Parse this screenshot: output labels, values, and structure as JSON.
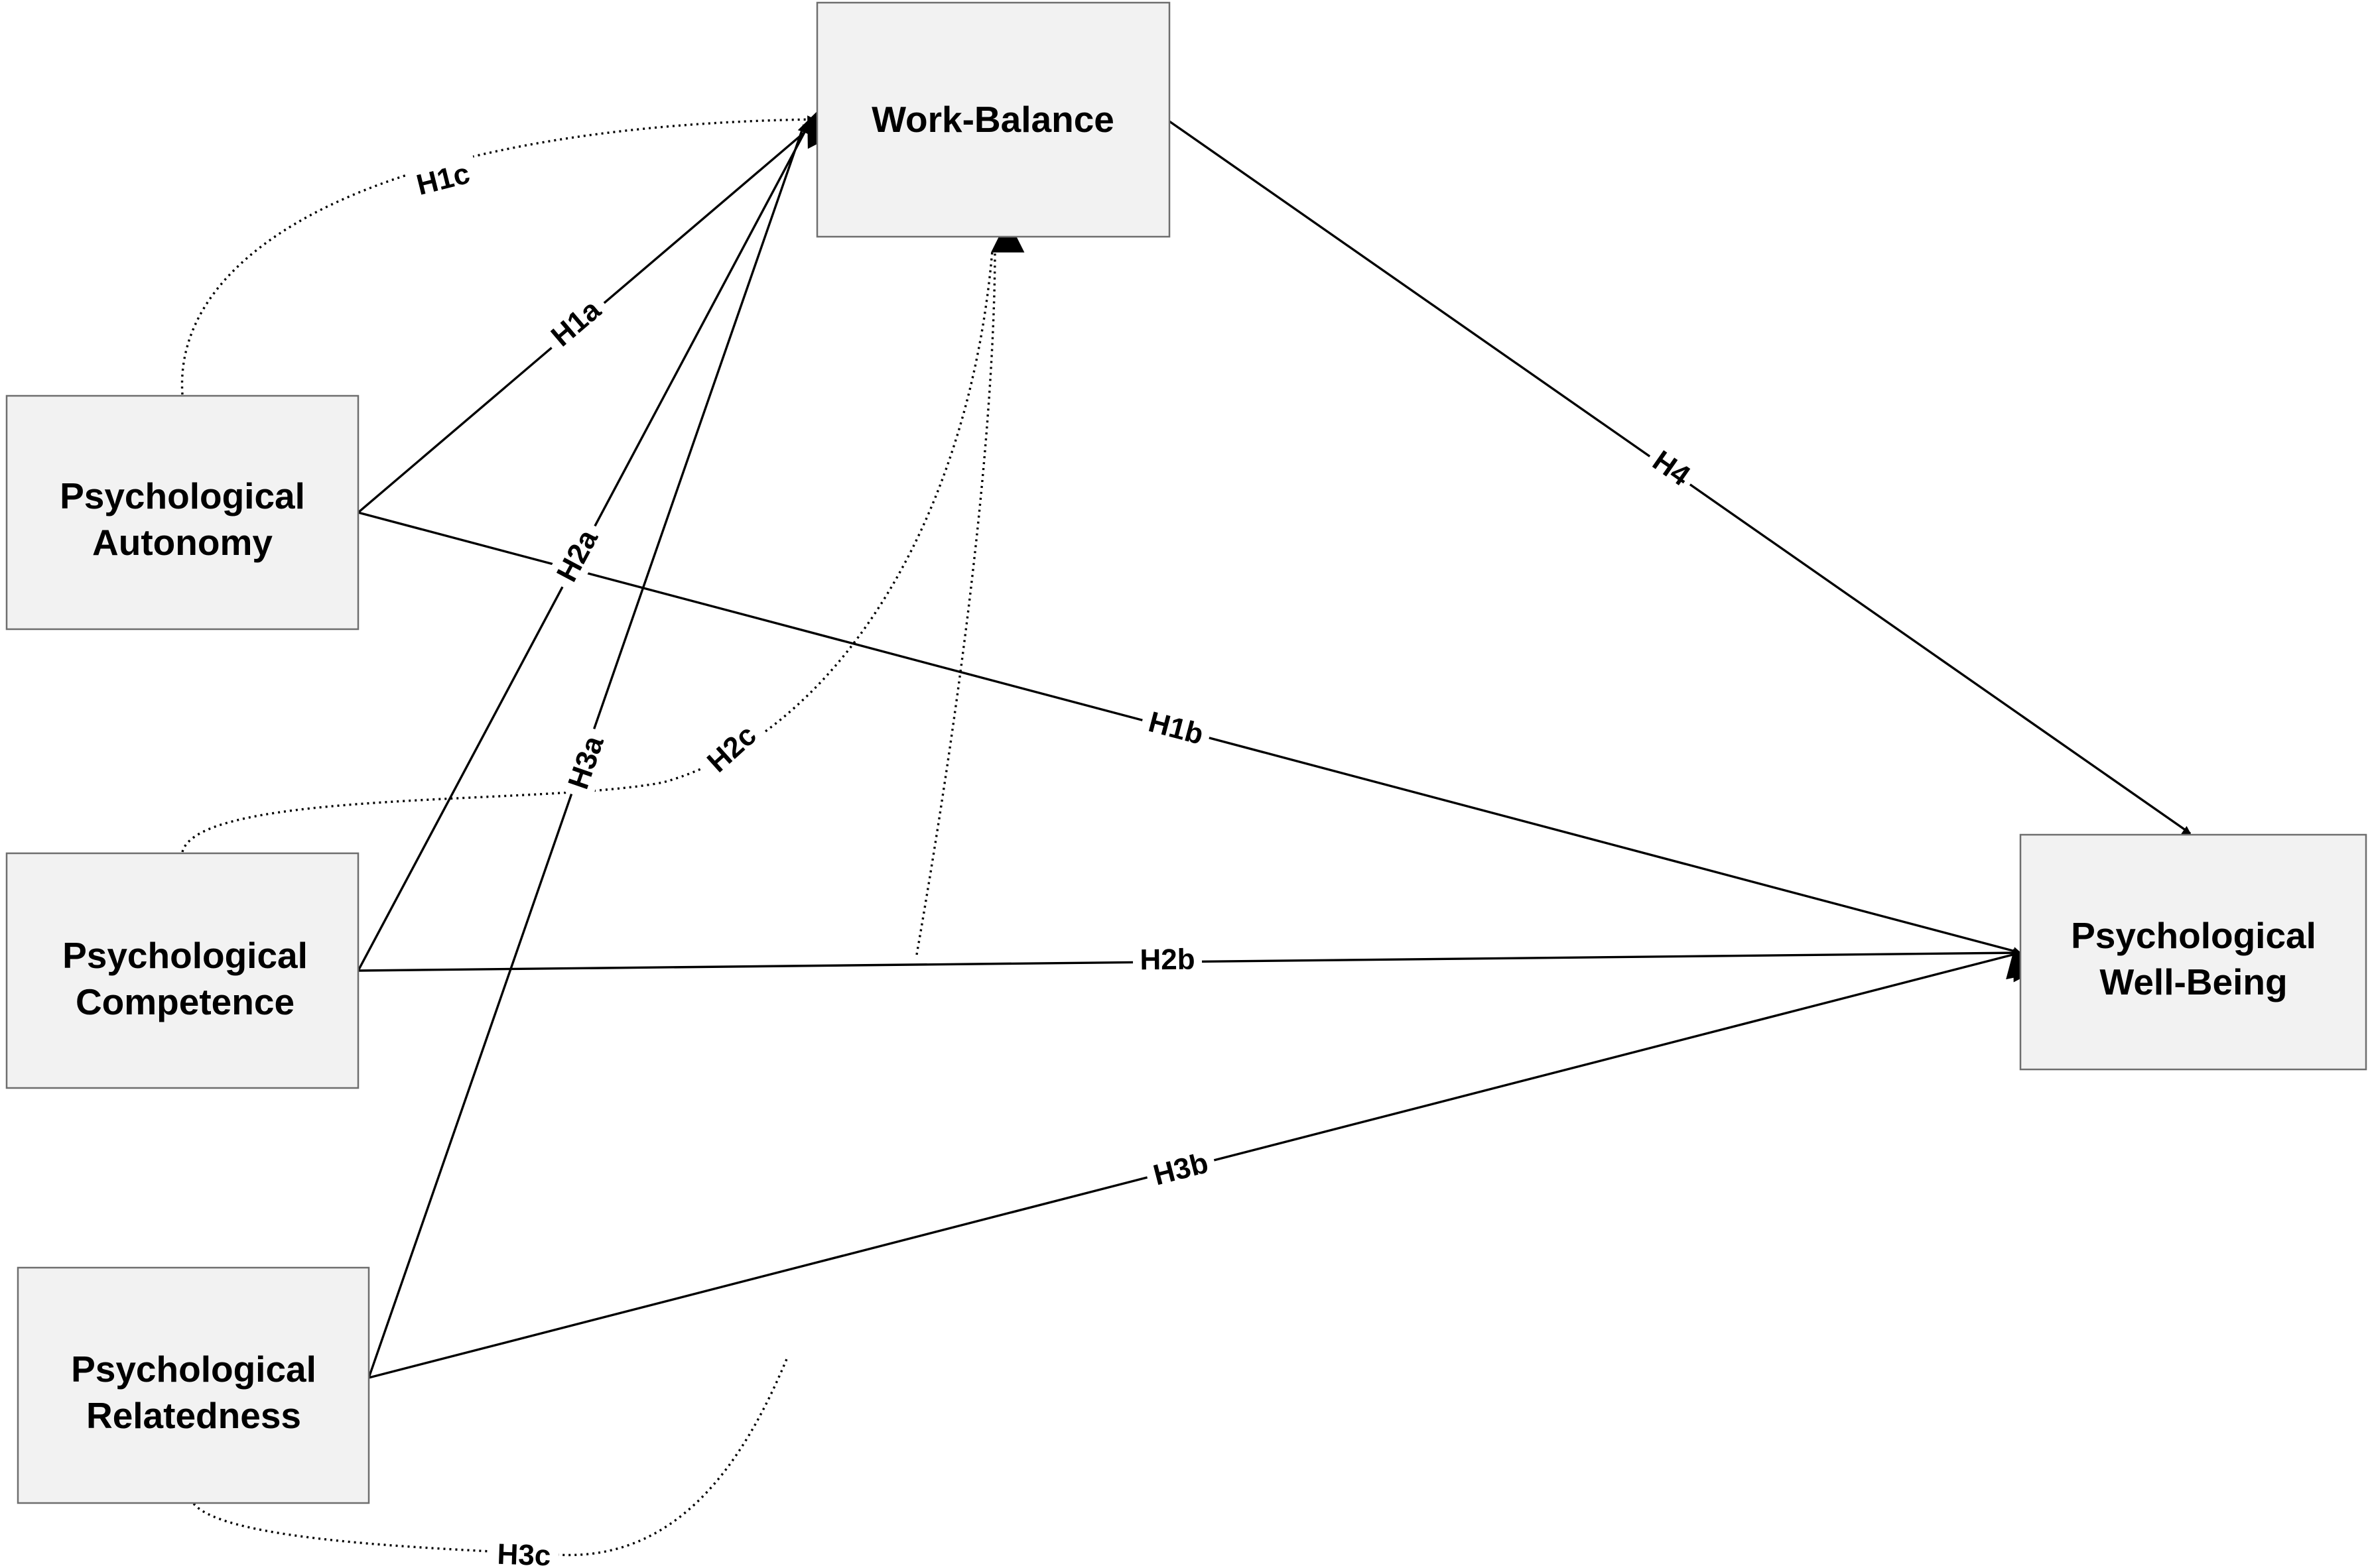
{
  "nodes": {
    "work_balance": {
      "lines": [
        "Work-Balance"
      ]
    },
    "autonomy": {
      "lines": [
        "Psychological",
        "Autonomy"
      ]
    },
    "competence": {
      "lines": [
        "Psychological",
        "Competence"
      ]
    },
    "relatedness": {
      "lines": [
        "Psychological",
        "Relatedness"
      ]
    },
    "well_being": {
      "lines": [
        "Psychological",
        "Well-Being"
      ]
    }
  },
  "edges": {
    "h1a": {
      "label": "H1a",
      "from": "Psychological Autonomy",
      "to": "Work-Balance",
      "style": "solid"
    },
    "h1b": {
      "label": "H1b",
      "from": "Psychological Autonomy",
      "to": "Psychological Well-Being",
      "style": "solid"
    },
    "h1c": {
      "label": "H1c",
      "from": "Psychological Autonomy",
      "to": "Work-Balance",
      "style": "dotted"
    },
    "h2a": {
      "label": "H2a",
      "from": "Psychological Competence",
      "to": "Work-Balance",
      "style": "solid"
    },
    "h2b": {
      "label": "H2b",
      "from": "Psychological Competence",
      "to": "Psychological Well-Being",
      "style": "solid"
    },
    "h2c": {
      "label": "H2c",
      "from": "Psychological Competence",
      "to": "Work-Balance",
      "style": "dotted"
    },
    "h3a": {
      "label": "H3a",
      "from": "Psychological Relatedness",
      "to": "Work-Balance",
      "style": "solid"
    },
    "h3b": {
      "label": "H3b",
      "from": "Psychological Relatedness",
      "to": "Psychological Well-Being",
      "style": "solid"
    },
    "h3c": {
      "label": "H3c",
      "from": "Psychological Relatedness",
      "to": "Work-Balance",
      "style": "dotted"
    },
    "h4": {
      "label": "H4",
      "from": "Work-Balance",
      "to": "Psychological Well-Being",
      "style": "solid"
    }
  }
}
